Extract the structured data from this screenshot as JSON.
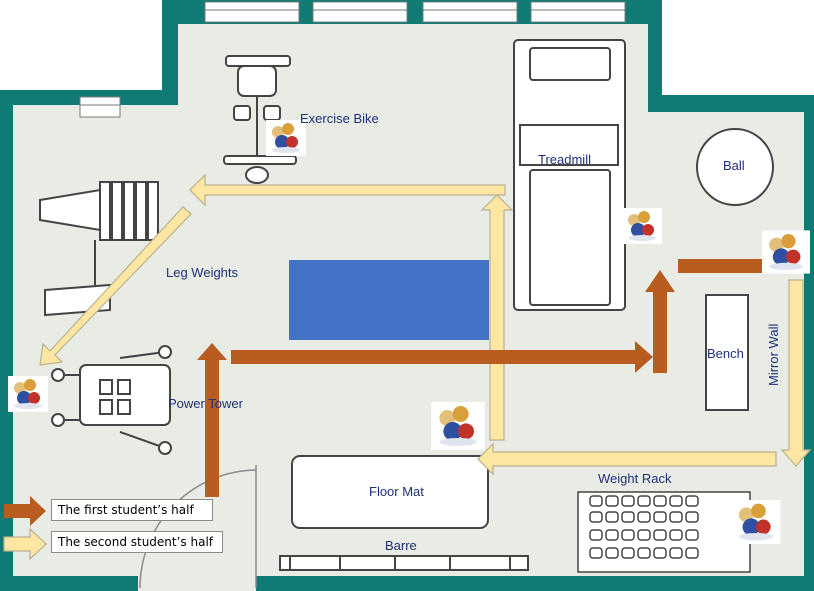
{
  "labels": {
    "exercise_bike": "Exercise Bike",
    "treadmill": "Treadmill",
    "ball": "Ball",
    "leg_weights": "Leg Weights",
    "bench": "Bench",
    "mirror_wall": "Mirror Wall",
    "power_tower": "Power Tower",
    "floor_mat": "Floor Mat",
    "weight_rack": "Weight Rack",
    "barre": "Barre"
  },
  "legend": {
    "first": "The first student’s half",
    "second": "The second student’s half"
  },
  "colors": {
    "wall": "#0f7b74",
    "floor": "#e9ece4",
    "first_path": "#b85c1f",
    "second_path": "#fde7a3",
    "second_path_outline": "#b9b190",
    "mat_blue": "#4472c4",
    "label_text": "#1f2f7a"
  },
  "icons": [
    "person-marker-icon",
    "exercise-bike-icon",
    "treadmill-icon",
    "leg-press-icon",
    "power-tower-icon",
    "weight-rack-icon"
  ]
}
